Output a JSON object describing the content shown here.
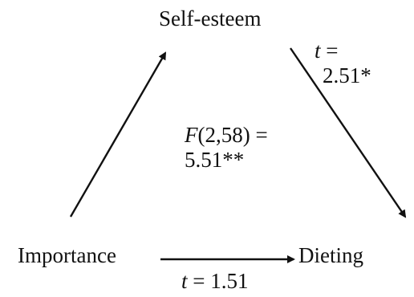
{
  "nodes": {
    "self_esteem": "Self-esteem",
    "importance": "Importance",
    "dieting": "Dieting"
  },
  "paths": {
    "self_esteem_to_dieting": {
      "stat_symbol": "t",
      "stat_eq": " =",
      "stat_value": "2.51*"
    },
    "importance_to_dieting": {
      "stat_symbol": "t",
      "stat_rest": " = 1.51"
    }
  },
  "overall": {
    "stat_symbol": "F",
    "stat_args": "(2,58) =",
    "stat_value": "5.51**"
  },
  "colors": {
    "ink": "#111111",
    "background": "#ffffff"
  }
}
